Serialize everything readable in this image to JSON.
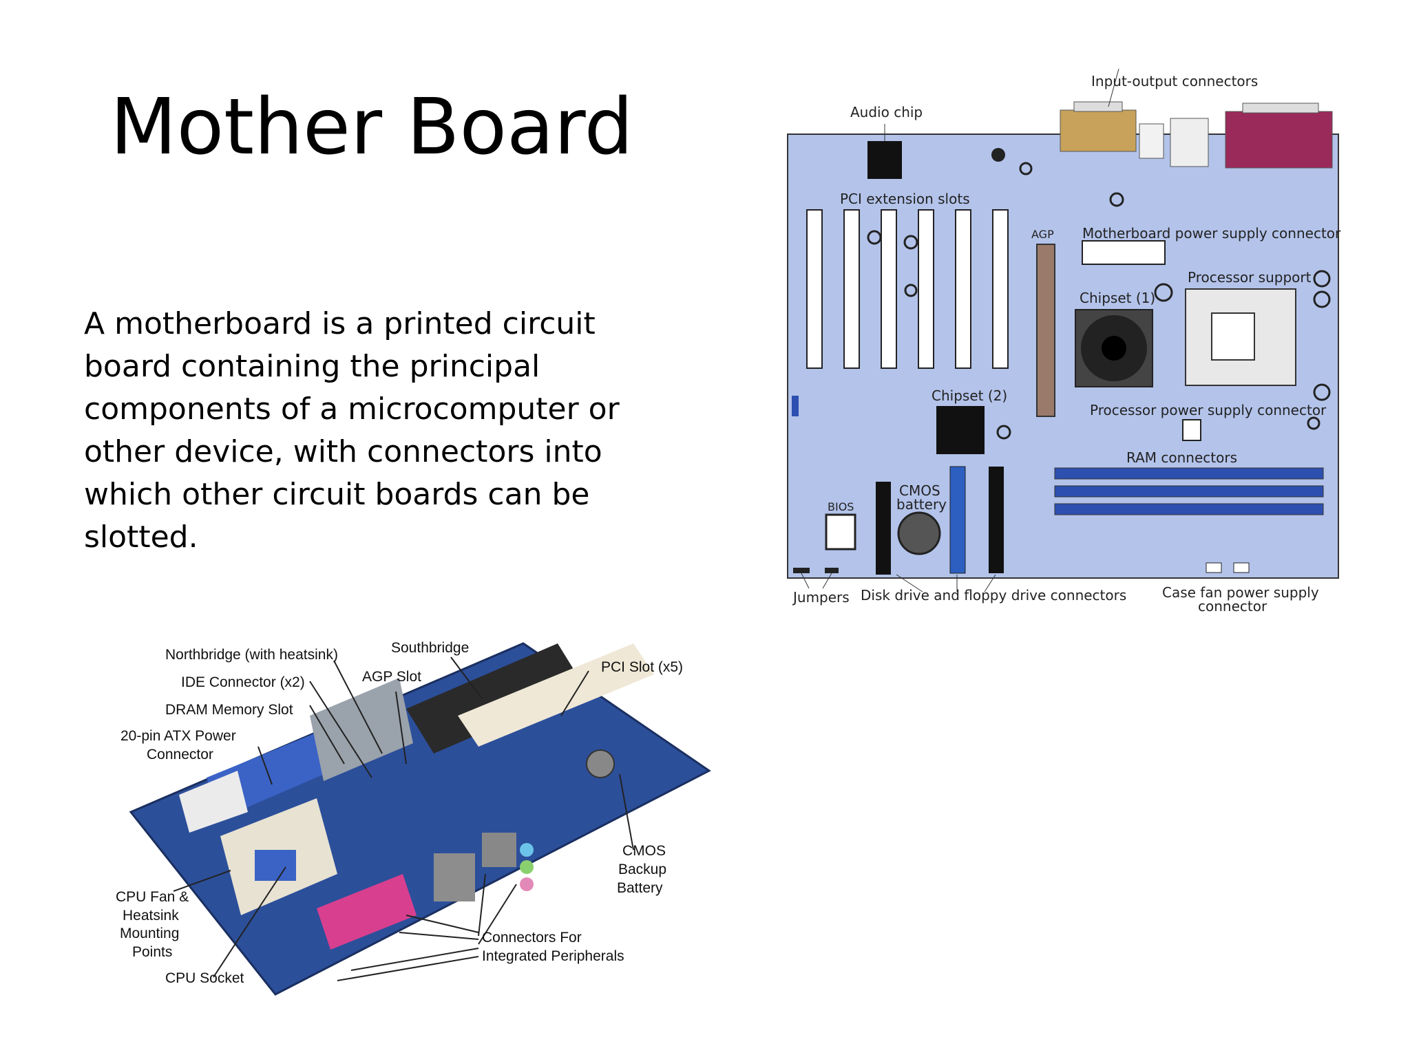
{
  "slide": {
    "title": "Mother Board",
    "body": "A motherboard is a printed circuit board containing the principal components of a microcomputer or other device, with connectors into which other circuit boards can be slotted."
  },
  "diagram": {
    "labels": {
      "io": "Input-output connectors",
      "audio": "Audio chip",
      "pci": "PCI extension slots",
      "agp": "AGP",
      "mbpower": "Motherboard power supply connector",
      "procsupport": "Processor support",
      "chipset1": "Chipset (1)",
      "chipset2": "Chipset (2)",
      "procpower": "Processor power supply connector",
      "ram": "RAM connectors",
      "cmos1": "CMOS",
      "cmos2": "battery",
      "bios": "BIOS",
      "jumpers": "Jumpers",
      "disk": "Disk drive and floppy drive connectors",
      "casefan1": "Case fan power supply",
      "casefan2": "connector"
    }
  },
  "photo": {
    "labels": {
      "northbridge": "Northbridge (with heatsink)",
      "southbridge": "Southbridge",
      "ide": "IDE Connector (x2)",
      "agp": "AGP Slot",
      "pci": "PCI Slot (x5)",
      "dram": "DRAM Memory Slot",
      "atx1": "20-pin ATX Power",
      "atx2": "Connector",
      "cmos1": "CMOS",
      "cmos2": "Backup",
      "cmos3": "Battery",
      "cpufan1": "CPU Fan &",
      "cpufan2": "Heatsink",
      "cpufan3": "Mounting",
      "cpufan4": "Points",
      "cpusocket": "CPU Socket",
      "conn1": "Connectors For",
      "conn2": "Integrated Peripherals"
    }
  },
  "colors": {
    "board": "#b3c3ea",
    "photo_board": "#2c4f9a"
  }
}
